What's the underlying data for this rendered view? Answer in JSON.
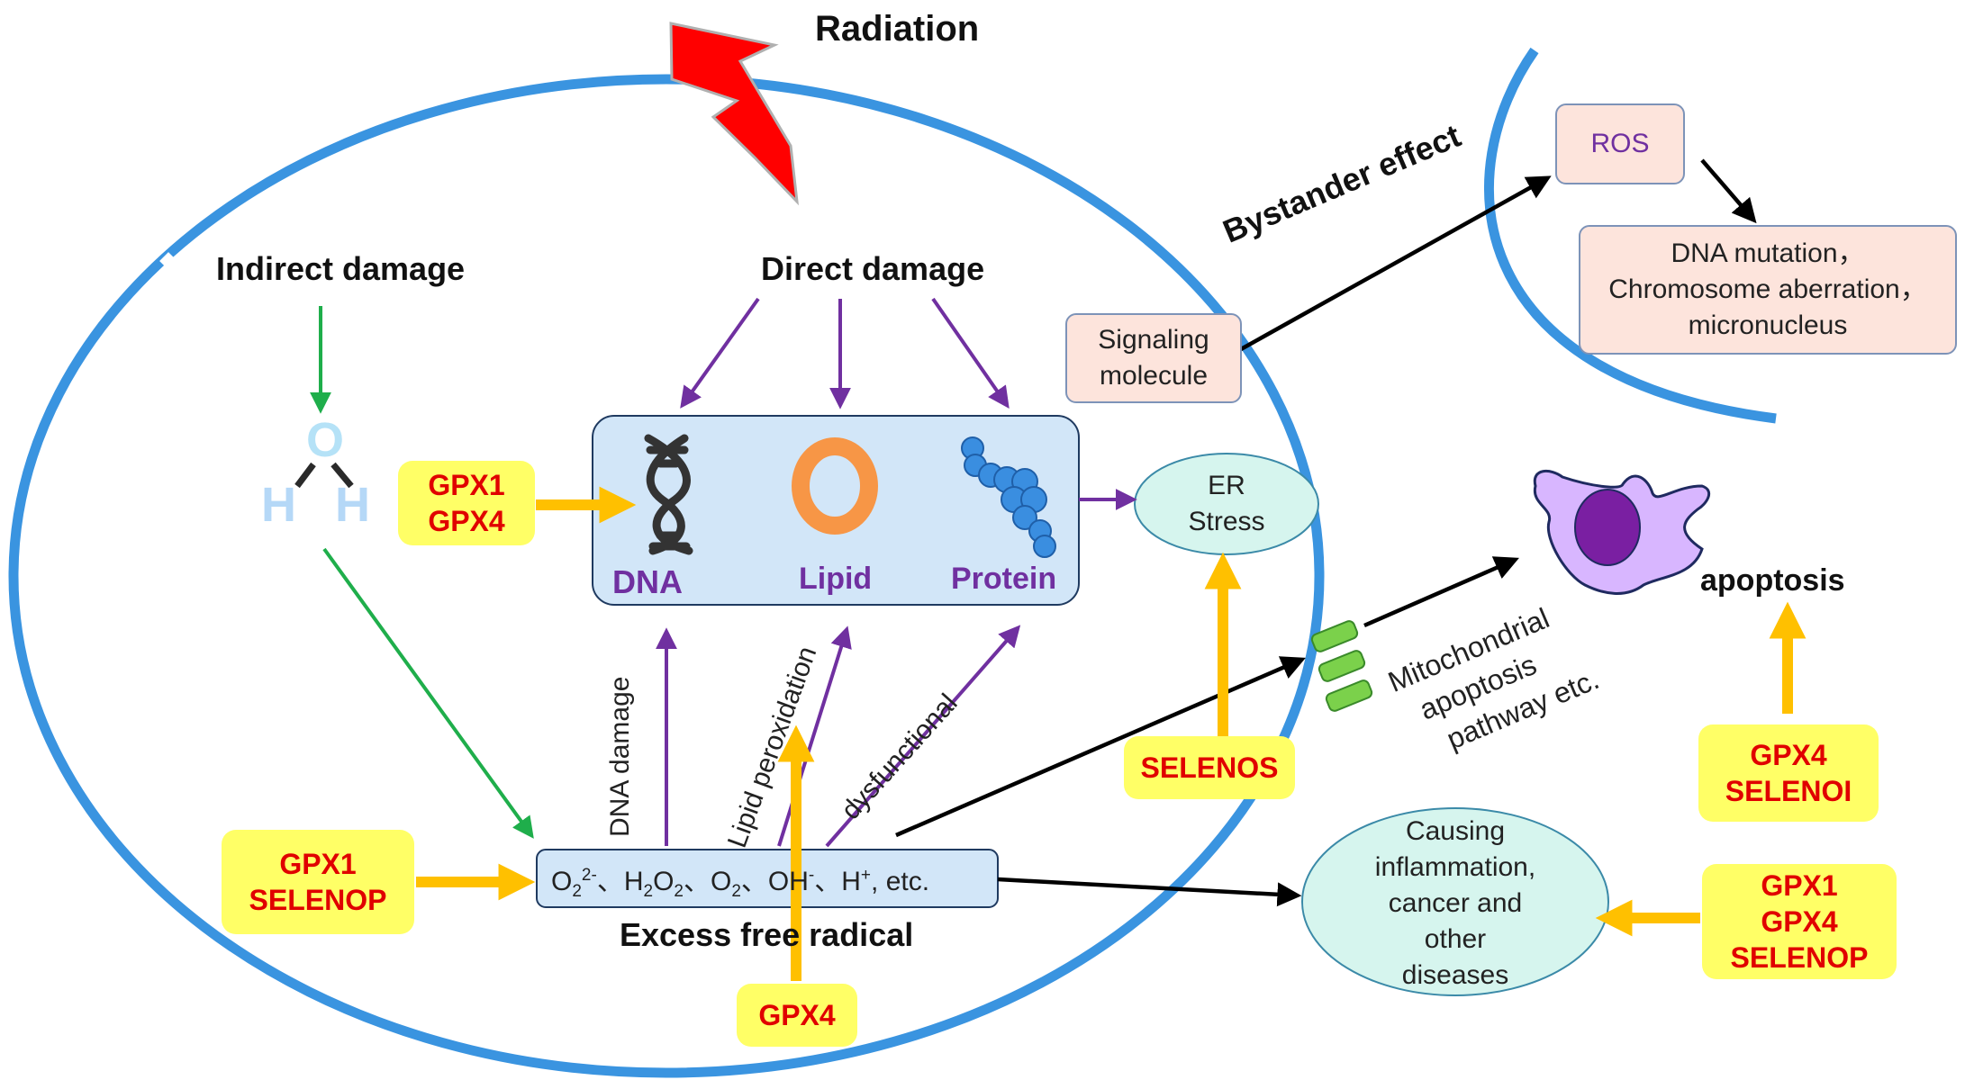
{
  "diagram": {
    "title": "Radiation",
    "indirect_damage": "Indirect damage",
    "direct_damage": "Direct damage",
    "bystander_effect": "Bystander effect",
    "targets": {
      "dna": "DNA",
      "lipid": "Lipid",
      "protein": "Protein"
    },
    "water": {
      "o": "O",
      "h1": "H",
      "h2": "H"
    },
    "edge_labels": {
      "dna_damage": "DNA damage",
      "lipid_peroxidation": "Lipid peroxidation",
      "dysfunctional": "dysfunctional"
    },
    "radicals": {
      "t1": "O",
      "s1": "2",
      "p1": "2-",
      "t2": "、H",
      "s2": "2",
      "t3": "O",
      "s3": "2",
      "t4": "、O",
      "s4": "2",
      "t5": "、OH",
      "p5": "-",
      "t6": "、H",
      "p6": "+",
      "t7": ", etc."
    },
    "excess_free_radical": "Excess free radical",
    "er_stress": [
      "ER",
      "Stress"
    ],
    "signaling": [
      "Signaling",
      "molecule"
    ],
    "ros": "ROS",
    "dna_mutation": [
      "DNA mutation，",
      "Chromosome aberration，",
      "micronucleus"
    ],
    "mitochondrial": [
      "Mitochondrial",
      "apoptosis",
      "pathway etc."
    ],
    "apoptosis": "apoptosis",
    "diseases": [
      "Causing",
      "inflammation,",
      "cancer and",
      "other",
      "diseases"
    ],
    "enzymes": {
      "dna_protect": [
        "GPX1",
        "GPX4"
      ],
      "radical_protect": [
        "GPX1",
        "SELENOP"
      ],
      "lipid_protect": [
        "GPX4"
      ],
      "er_protect": [
        "SELENOS"
      ],
      "apoptosis_protect": [
        "GPX4",
        "SELENOI"
      ],
      "disease_protect": [
        "GPX1",
        "GPX4",
        "SELENOP"
      ]
    },
    "colors": {
      "cell_membrane": "#3a94e0",
      "purple_arrow": "#7030a0",
      "green_arrow": "#1fae4b",
      "orange_arrow": "#ffc000",
      "enzyme_bg": "#ffff66",
      "enzyme_text": "#e00000",
      "lightning": "#ff0000"
    }
  }
}
